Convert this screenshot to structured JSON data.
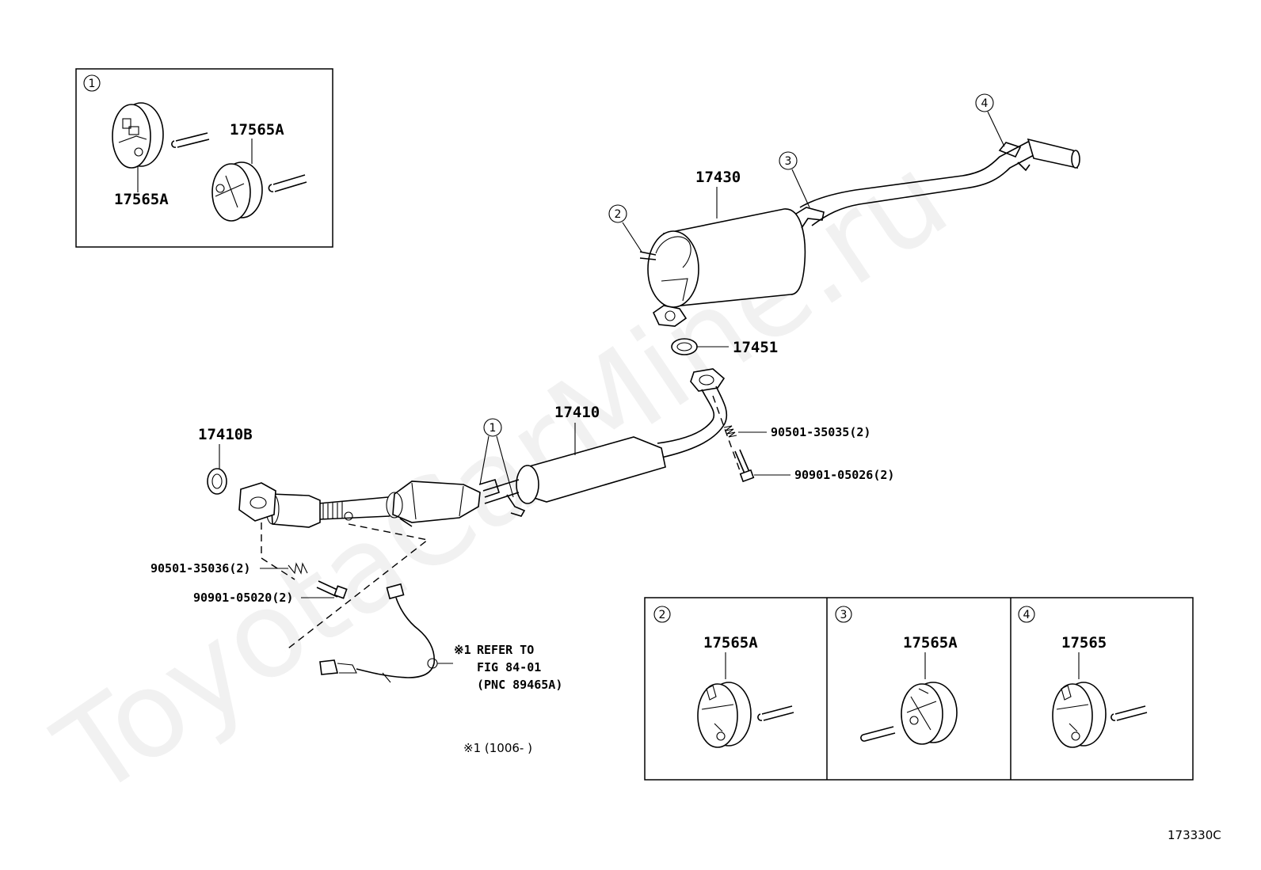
{
  "watermark": "ToyotaCarMine.ru",
  "callouts": {
    "c1": "1",
    "c2": "2",
    "c3": "3",
    "c4": "4"
  },
  "parts": {
    "p17430": "17430",
    "p17451": "17451",
    "p17410": "17410",
    "p17410b": "17410B",
    "p90501_35035": "90501-35035(2)",
    "p90901_05026": "90901-05026(2)",
    "p90501_35036": "90501-35036(2)",
    "p90901_05020": "90901-05020(2)"
  },
  "inset1": {
    "label_top": "17565A",
    "label_bottom": "17565A"
  },
  "inset2": {
    "label": "17565A"
  },
  "inset3": {
    "label": "17565A"
  },
  "inset4": {
    "label": "17565"
  },
  "sensor_note": {
    "mark": "※1",
    "line1": "REFER TO",
    "line2": "FIG 84-01",
    "line3": "(PNC 89465A)"
  },
  "footnote": "※1 (1006-     )",
  "drawing_code": "173330C"
}
